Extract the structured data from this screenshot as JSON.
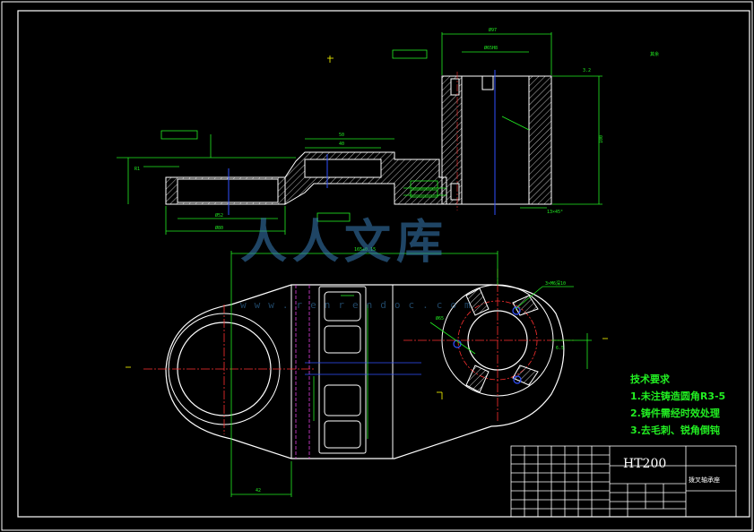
{
  "watermark": {
    "text": "人人文库",
    "url": "www.renrendoc.com"
  },
  "technical_requirements": {
    "title": "技术要求",
    "items": [
      "1.未注铸造圆角R3-5",
      "2.铸件需经时效处理",
      "3.去毛刺、锐角倒钝"
    ]
  },
  "title_block": {
    "material": "HT200",
    "part_name": "拨叉轴承座"
  },
  "colors": {
    "outline": "#ffffff",
    "dimension": "#22ee22",
    "hatch": "#c8c8c8",
    "center": "#ff3030",
    "axis": "#3050ff",
    "hidden": "#e040e0",
    "datum": "#ffff00"
  }
}
